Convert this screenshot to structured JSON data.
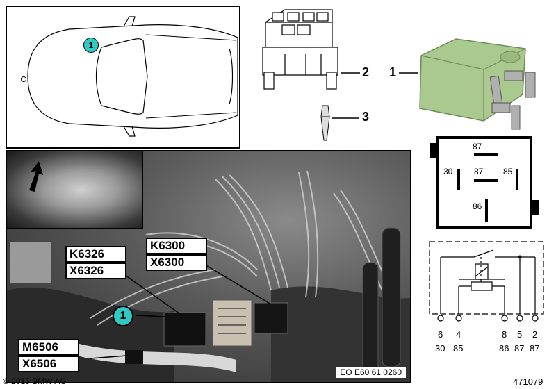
{
  "callouts": {
    "car_marker": "1",
    "photo_marker": "1",
    "part_1": "1",
    "part_2": "2",
    "part_3": "3"
  },
  "relay_symbol": {
    "pins": [
      "87",
      "30",
      "87",
      "85",
      "86"
    ]
  },
  "photo_labels": {
    "k6326": "K6326",
    "x6326": "X6326",
    "k6300": "K6300",
    "x6300": "X6300",
    "m6506": "M6506",
    "x6506": "X6506",
    "image_code": "EO E60 61 0260"
  },
  "schematic": {
    "top_numbers": [
      "6",
      "4",
      "8",
      "5",
      "2"
    ],
    "bottom_numbers": [
      "30",
      "85",
      "86",
      "87",
      "87"
    ]
  },
  "footer": {
    "copyright": "© 2015 BMW AG",
    "diagram_number": "471079"
  },
  "colors": {
    "callout_fill": "#30c9c4",
    "relay_body": "#a9c98f",
    "photo_dark": "#3a3a3a"
  }
}
